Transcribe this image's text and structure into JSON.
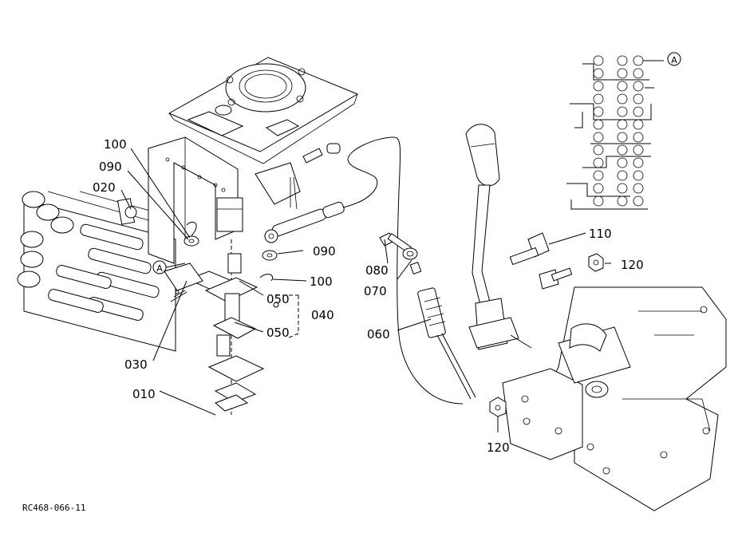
{
  "diagram": {
    "drawing_code": "RC468-066-11",
    "ref_marker": "A",
    "callouts": [
      {
        "id": "100a",
        "label": "100"
      },
      {
        "id": "090a",
        "label": "090"
      },
      {
        "id": "020",
        "label": "020"
      },
      {
        "id": "090b",
        "label": "090"
      },
      {
        "id": "100b",
        "label": "100"
      },
      {
        "id": "050a",
        "label": "050"
      },
      {
        "id": "040",
        "label": "040"
      },
      {
        "id": "050b",
        "label": "050"
      },
      {
        "id": "030",
        "label": "030"
      },
      {
        "id": "010",
        "label": "010"
      },
      {
        "id": "080",
        "label": "080"
      },
      {
        "id": "070",
        "label": "070"
      },
      {
        "id": "060",
        "label": "060"
      },
      {
        "id": "110",
        "label": "110"
      },
      {
        "id": "120a",
        "label": "120"
      },
      {
        "id": "120b",
        "label": "120"
      }
    ]
  }
}
